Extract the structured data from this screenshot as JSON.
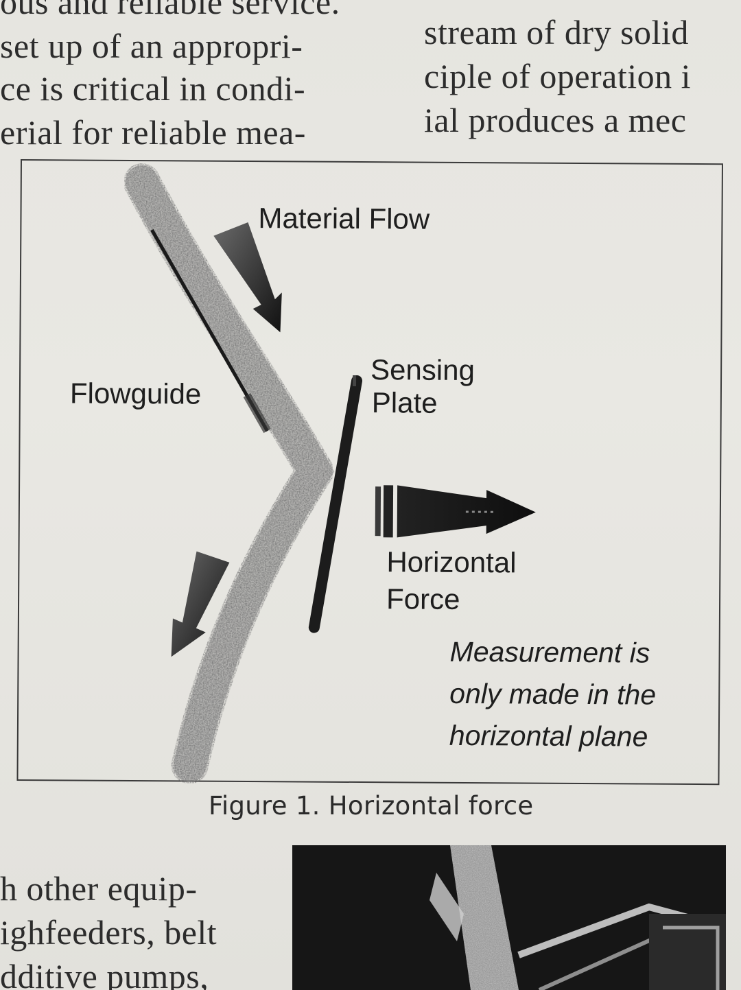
{
  "top_text": {
    "left_column": [
      "ous and reliable service.",
      "set up of an appropri-",
      "ce is critical in condi-",
      "erial for reliable mea-"
    ],
    "right_column": [
      "stream of dry solid",
      "ciple of operation i",
      "ial produces a mec"
    ]
  },
  "figure": {
    "labels": {
      "material_flow": "Material Flow",
      "flowguide": "Flowguide",
      "sensing_plate_line1": "Sensing",
      "sensing_plate_line2": "Plate",
      "horizontal_force_line1": "Horizontal",
      "horizontal_force_line2": "Force",
      "note_line1": "Measurement is",
      "note_line2": "only made in the",
      "note_line3": "horizontal plane"
    },
    "caption": "Figure 1. Horizontal force"
  },
  "bottom_text": {
    "left_column": [
      "h other equip-",
      "ighfeeders, belt",
      "dditive pumps,"
    ]
  },
  "colors": {
    "paper": "#e6e5e0",
    "ink": "#2a2a2a",
    "photo_dark": "#1a1a1a"
  }
}
